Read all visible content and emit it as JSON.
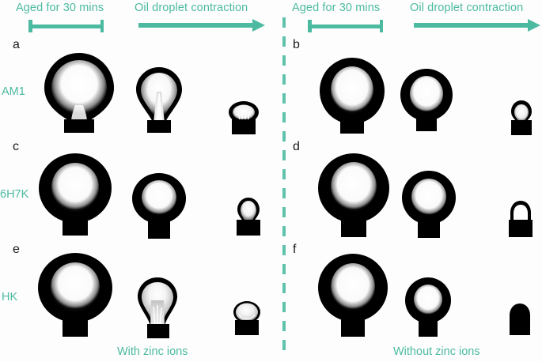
{
  "figure": {
    "title_left_aged": "Aged for 30 mins",
    "title_left_contraction": "Oil droplet contraction",
    "title_right_aged": "Aged for 30 mins",
    "title_right_contraction": "Oil droplet contraction",
    "footer_left": "With zinc ions",
    "footer_right": "Without zinc ions",
    "accent_color": "#4CBAA0",
    "divider_color": "#5FC3AC",
    "silhouette_color": "#000000",
    "background_color": "#ffffff"
  },
  "panels": [
    {
      "letter": "a",
      "row_label": "AM1",
      "side": "left",
      "condition": "With zinc ions"
    },
    {
      "letter": "b",
      "row_label": "AM1",
      "side": "right",
      "condition": "Without zinc ions"
    },
    {
      "letter": "c",
      "row_label": "6H7K",
      "side": "left",
      "condition": "With zinc ions"
    },
    {
      "letter": "d",
      "row_label": "6H7K",
      "side": "right",
      "condition": "Without zinc ions"
    },
    {
      "letter": "e",
      "row_label": "HK",
      "side": "left",
      "condition": "With zinc ions"
    },
    {
      "letter": "f",
      "row_label": "HK",
      "side": "right",
      "condition": "Without zinc ions"
    }
  ],
  "row_labels": [
    "AM1",
    "6H7K",
    "HK"
  ],
  "headers": {
    "aged_label": "Aged for 30 mins",
    "contraction_label": "Oil droplet contraction",
    "aged_marker": "bracket",
    "contraction_marker": "arrow"
  },
  "droplet_stages": [
    "initial",
    "intermediate",
    "contracted"
  ]
}
